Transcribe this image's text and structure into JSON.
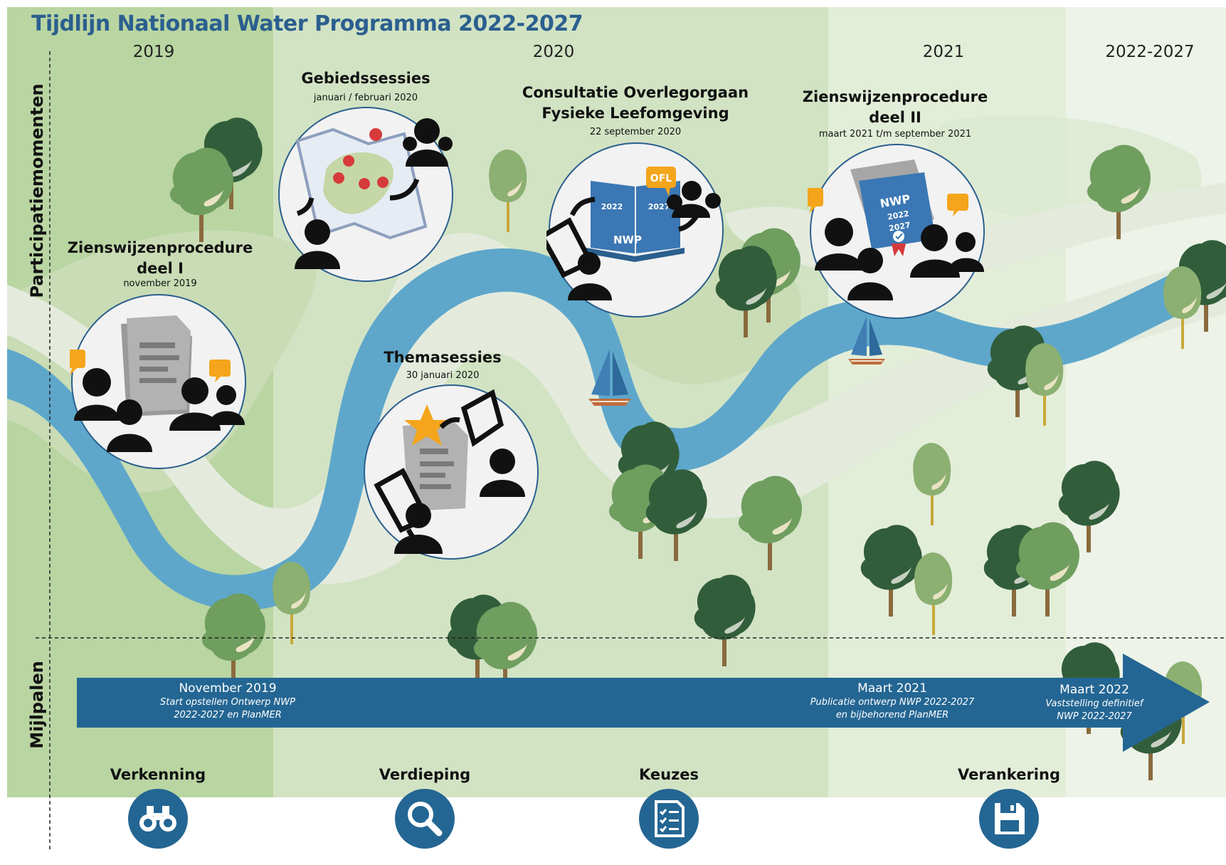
{
  "title": "Tijdlijn Nationaal Water Programma 2022-2027",
  "years": [
    "2019",
    "2020",
    "2021",
    "2022-2027"
  ],
  "side_labels": {
    "top": "Participatiemomenten",
    "bottom": "Mijlpalen"
  },
  "events": [
    {
      "title_lines": [
        "Zienswijzenprocedure",
        "deel I"
      ],
      "date": "november 2019"
    },
    {
      "title_lines": [
        "Gebiedssessies"
      ],
      "date": "januari / februari 2020"
    },
    {
      "title_lines": [
        "Themasessies"
      ],
      "date": "30 januari 2020"
    },
    {
      "title_lines": [
        "Consultatie Overlegorgaan",
        "Fysieke Leefomgeving"
      ],
      "date": "22 september 2020",
      "badge": "OFL",
      "book_years": [
        "2022",
        "2027"
      ],
      "book_label": "NWP"
    },
    {
      "title_lines": [
        "Zienswijzenprocedure",
        "deel II"
      ],
      "date": "maart 2021 t/m september 2021",
      "doc_label": "NWP",
      "doc_years": [
        "2022",
        "2027"
      ]
    }
  ],
  "milestones": [
    {
      "title": "November 2019",
      "desc_lines": [
        "Start opstellen Ontwerp NWP",
        "2022-2027 en PlanMER"
      ]
    },
    {
      "title": "Maart 2021",
      "desc_lines": [
        "Publicatie ontwerp NWP 2022-2027",
        "en bijbehorend PlanMER"
      ]
    },
    {
      "title": "Maart 2022",
      "desc_lines": [
        "Vaststelling definitief",
        "NWP 2022-2027"
      ]
    }
  ],
  "phases": [
    {
      "label": "Verkenning",
      "icon": "binoculars-icon"
    },
    {
      "label": "Verdieping",
      "icon": "magnifier-icon"
    },
    {
      "label": "Keuzes",
      "icon": "checklist-icon"
    },
    {
      "label": "Verankering",
      "icon": "save-disk-icon"
    }
  ],
  "colors": {
    "title": "#2b5f8e",
    "arrow": "#246693",
    "river": "#5ea7cb",
    "band_2019": "#b9d5a2",
    "band_2020": "#d2e3c4",
    "band_2021": "#e3eed9",
    "band_2022": "#edf3e8",
    "path": "#e7ece2",
    "tree_dark": "#325d3a",
    "tree_mid": "#6f9e5f",
    "tree_light": "#8bb071",
    "bubble": "#f4a51b",
    "pin": "#d63a3a"
  }
}
